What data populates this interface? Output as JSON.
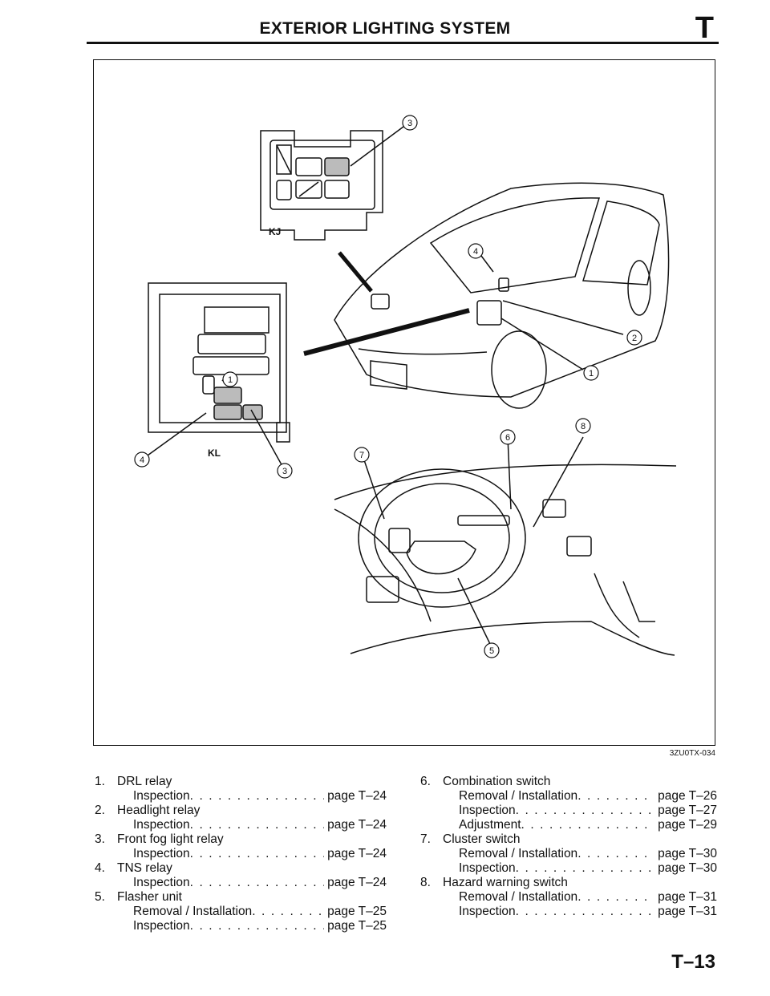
{
  "header": {
    "title": "EXTERIOR LIGHTING SYSTEM",
    "section_letter": "T"
  },
  "figure": {
    "code": "3ZU0TX-034",
    "labels": {
      "kj": "KJ",
      "kl": "KL"
    },
    "callouts": [
      "1",
      "2",
      "3",
      "4",
      "5",
      "6",
      "7",
      "8"
    ]
  },
  "components_left": [
    {
      "number": "1.",
      "name": "DRL relay",
      "entries": [
        {
          "label": "Inspection",
          "page": "page T–24"
        }
      ]
    },
    {
      "number": "2.",
      "name": "Headlight relay",
      "entries": [
        {
          "label": "Inspection",
          "page": "page T–24"
        }
      ]
    },
    {
      "number": "3.",
      "name": "Front fog light relay",
      "entries": [
        {
          "label": "Inspection",
          "page": "page T–24"
        }
      ]
    },
    {
      "number": "4.",
      "name": "TNS relay",
      "entries": [
        {
          "label": "Inspection",
          "page": "page T–24"
        }
      ]
    },
    {
      "number": "5.",
      "name": "Flasher unit",
      "entries": [
        {
          "label": "Removal / Installation",
          "page": "page T–25"
        },
        {
          "label": "Inspection",
          "page": "page T–25"
        }
      ]
    }
  ],
  "components_right": [
    {
      "number": "6.",
      "name": "Combination switch",
      "entries": [
        {
          "label": "Removal / Installation",
          "page": "page T–26"
        },
        {
          "label": "Inspection",
          "page": "page T–27"
        },
        {
          "label": "Adjustment",
          "page": "page T–29"
        }
      ]
    },
    {
      "number": "7.",
      "name": "Cluster switch",
      "entries": [
        {
          "label": "Removal / Installation",
          "page": "page T–30"
        },
        {
          "label": "Inspection",
          "page": "page T–30"
        }
      ]
    },
    {
      "number": "8.",
      "name": "Hazard warning switch",
      "entries": [
        {
          "label": "Removal / Installation",
          "page": "page T–31"
        },
        {
          "label": "Inspection",
          "page": "page T–31"
        }
      ]
    }
  ],
  "footer": {
    "page_number": "T–13"
  }
}
